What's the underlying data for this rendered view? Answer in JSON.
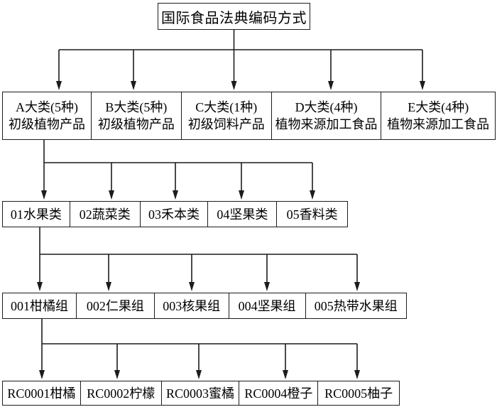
{
  "diagram": {
    "title": "国际食品法典编码方式",
    "root": {
      "label": "国际食品法典编码方式"
    },
    "level2": [
      {
        "line1": "A大类(5种)",
        "line2": "初级植物产品"
      },
      {
        "line1": "B大类(5种)",
        "line2": "初级植物产品"
      },
      {
        "line1": "C大类(1种)",
        "line2": "初级饲料产品"
      },
      {
        "line1": "D大类(4种)",
        "line2": "植物来源加工食品"
      },
      {
        "line1": "E大类(4种)",
        "line2": "植物来源加工食品"
      }
    ],
    "level3": [
      "01水果类",
      "02蔬菜类",
      "03禾本类",
      "04坚果类",
      "05香料类"
    ],
    "level4": [
      "001柑橘组",
      "002仁果组",
      "003核果组",
      "004坚果组",
      "005热带水果组"
    ],
    "level5": [
      "RC0001柑橘",
      "RC0002柠檬",
      "RC0003蜜橘",
      "RC0004橙子",
      "RC0005柚子"
    ],
    "colors": {
      "line": "#1c1c1c",
      "box_border": "#1c1c1c",
      "text": "#000000",
      "background": "#ffffff"
    }
  }
}
